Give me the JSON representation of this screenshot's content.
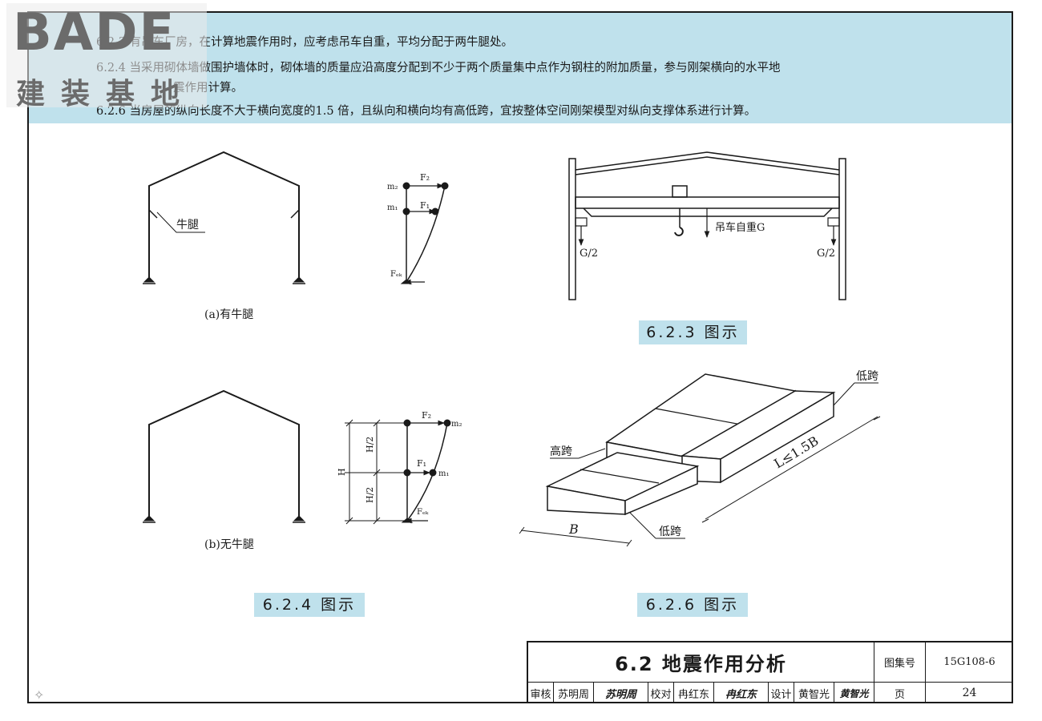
{
  "logo": {
    "word": "BADE",
    "sub": "建装基地"
  },
  "notes": [
    "6.2.3 有吊车厂房，在计算地震作用时，应考虑吊车自重，平均分配于两牛腿处。",
    "6.2.4 当采用砌体墙做围护墙体时，砌体墙的质量应沿高度分配到不少于两个质量集中点作为钢柱的附加质量，参与刚架横向的水平地",
    "震作用计算。",
    "6.2.6 当房屋的纵向长度不大于横向宽度的1.5 倍，且纵向和横向均有高低跨，宜按整体空间刚架模型对纵向支撑体系进行计算。"
  ],
  "fig_a": {
    "caption": "(a)有牛腿",
    "corbel_label": "牛腿",
    "m2": "m₂",
    "m1": "m₁",
    "f2": "F₂",
    "f1": "F₁",
    "fek": "Fₑₖ"
  },
  "fig_b": {
    "caption": "(b)无牛腿",
    "h": "H",
    "h_half_top": "H/2",
    "h_half_bot": "H/2",
    "f2": "F₂",
    "f1": "F₁",
    "m2": "m₂",
    "m1": "m₁",
    "fek": "Fₑₖ"
  },
  "fig_crane": {
    "crane_weight": "吊车自重G",
    "g_left": "G/2",
    "g_right": "G/2"
  },
  "fig_span": {
    "low_span_top": "低跨",
    "high_span": "高跨",
    "low_span_bottom": "低跨",
    "length": "L≤1.5B",
    "width": "B"
  },
  "captions": {
    "c623": "6.2.3 图示",
    "c624": "6.2.4 图示",
    "c626": "6.2.6 图示"
  },
  "title_block": {
    "title": "6.2 地震作用分析",
    "atlas_label": "图集号",
    "atlas_no": "15G108-6",
    "review_label": "审核",
    "reviewer": "苏明周",
    "reviewer_sig": "苏明周",
    "check_label": "校对",
    "checker": "冉红东",
    "checker_sig": "冉红东",
    "design_label": "设计",
    "designer": "黄智光",
    "designer_sig": "黄智光",
    "page_label": "页",
    "page_no": "24"
  },
  "colors": {
    "band": "#bfe1ec",
    "ink": "#1a1a1a"
  }
}
